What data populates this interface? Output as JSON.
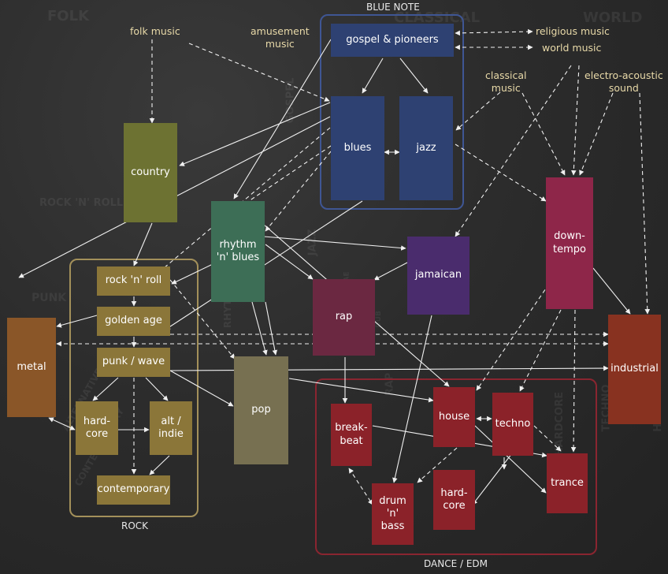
{
  "colors": {
    "blue": "#2e4172",
    "olive_country": "#6d7232",
    "rock": "#8b7639",
    "rock_border": "#a3905a",
    "green": "#3d6e56",
    "pop": "#777051",
    "metal": "#8a5628",
    "plum": "#6b2841",
    "purple": "#4a2c6d",
    "magenta": "#8e2649",
    "industrial": "#883220",
    "red": "#8b2229",
    "dance_border": "#8a2530",
    "blue_border": "#3f5694",
    "arrow": "#f0f0f0",
    "label": "#e8d9a8"
  },
  "background_words": [
    "FOLK",
    "CLASSICAL",
    "WORLD",
    "ROCK 'N' ROLL",
    "PUNK",
    "JAZZ",
    "REGGAE",
    "DUB",
    "RAP",
    "HARDCORE",
    "TECHNO",
    "HOUSE",
    "ALTERNATIVE",
    "CONTEMPORARY",
    "GOSPEL",
    "RHYTHM"
  ],
  "groups": {
    "blue_note": "BLUE NOTE",
    "rock": "ROCK",
    "dance": "DANCE / EDM"
  },
  "sources": {
    "folk": "folk music",
    "amusement": "amusement\nmusic",
    "religious": "religious music",
    "world": "world music",
    "classical": "classical\nmusic",
    "electro": "electro-acoustic\nsound"
  },
  "nodes": {
    "gospel": "gospel & pioneers",
    "blues": "blues",
    "jazz": "jazz",
    "country": "country",
    "rnb": "rhythm\n'n' blues",
    "rocknroll": "rock 'n' roll",
    "goldenage": "golden age",
    "punkwave": "punk / wave",
    "hardcore_rock": "hard-\ncore",
    "altindie": "alt /\nindie",
    "contemporary": "contemporary",
    "metal": "metal",
    "pop": "pop",
    "rap": "rap",
    "jamaican": "jamaican",
    "downtempo": "down-\ntempo",
    "industrial": "industrial",
    "breakbeat": "break-\nbeat",
    "house": "house",
    "techno": "techno",
    "drumnbass": "drum\n'n'\nbass",
    "hardcore_dance": "hard-\ncore",
    "trance": "trance"
  }
}
